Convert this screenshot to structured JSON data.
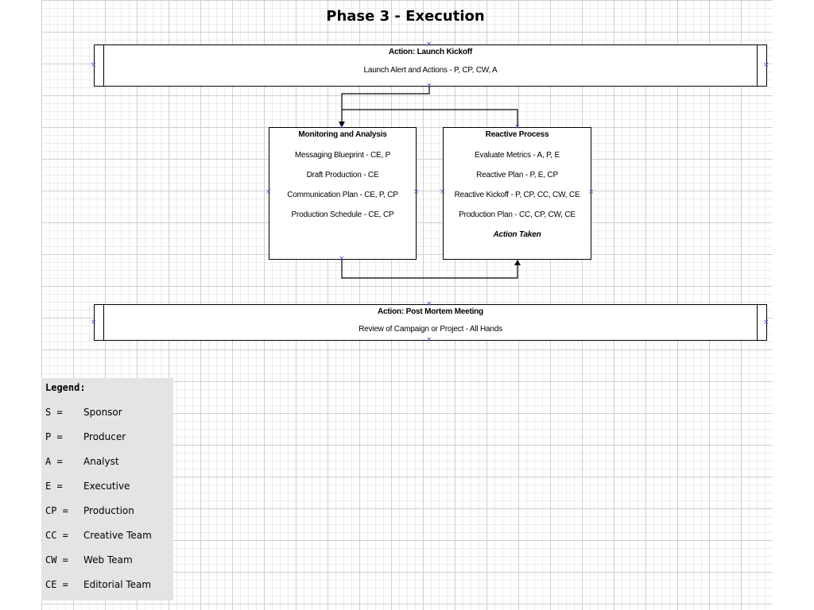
{
  "title": "Phase 3 - Execution",
  "kickoff": {
    "title": "Action: Launch Kickoff",
    "line": "Launch Alert and Actions - P, CP, CW, A"
  },
  "monitoring": {
    "title": "Monitoring and Analysis",
    "lines": [
      "Messaging Blueprint - CE, P",
      "Draft Production - CE",
      "Communication Plan - CE, P, CP",
      "Production Schedule - CE, CP"
    ]
  },
  "reactive": {
    "title": "Reactive Process",
    "lines": [
      "Evaluate Metrics - A, P, E",
      "Reactive Plan - P, E, CP",
      "Reactive Kickoff - P, CP, CC, CW, CE",
      "Production Plan - CC, CP, CW, CE"
    ],
    "outcome": "Action Taken"
  },
  "postmortem": {
    "title": "Action: Post Mortem Meeting",
    "line": "Review of Campaign or Project - All Hands"
  },
  "connection_marker": "×",
  "legend": {
    "title": "Legend:",
    "items": [
      {
        "abbr": "S =",
        "meaning": "Sponsor"
      },
      {
        "abbr": "P =",
        "meaning": "Producer"
      },
      {
        "abbr": "A =",
        "meaning": "Analyst"
      },
      {
        "abbr": "E =",
        "meaning": "Executive"
      },
      {
        "abbr": "CP =",
        "meaning": "Production"
      },
      {
        "abbr": "CC =",
        "meaning": "Creative Team"
      },
      {
        "abbr": "CW =",
        "meaning": "Web Team"
      },
      {
        "abbr": "CE =",
        "meaning": "Editorial Team"
      }
    ]
  },
  "colors": {
    "grid_major": "#cfcfcf",
    "grid_minor": "#ececec",
    "connection_point": "#4b4bd0",
    "legend_background": "#e4e4e4"
  }
}
